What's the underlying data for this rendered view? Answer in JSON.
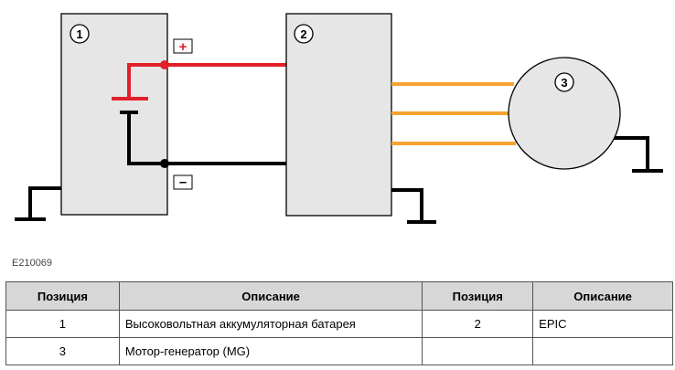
{
  "diagram": {
    "badges": [
      "1",
      "2",
      "3"
    ],
    "plus_sign": "+",
    "minus_sign": "–",
    "colors": {
      "positive_wire": "#e2202a",
      "negative_wire": "#000000",
      "phase_wire": "#f4a32f",
      "box_fill": "#e6e6e6"
    }
  },
  "figure_id": "E210069",
  "legend": {
    "headers": [
      "Позиция",
      "Описание",
      "Позиция",
      "Описание"
    ],
    "rows": [
      [
        "1",
        "Высоковольтная аккумуляторная батарея",
        "2",
        "EPIC"
      ],
      [
        "3",
        "Мотор-генератор (MG)",
        "",
        ""
      ]
    ]
  }
}
